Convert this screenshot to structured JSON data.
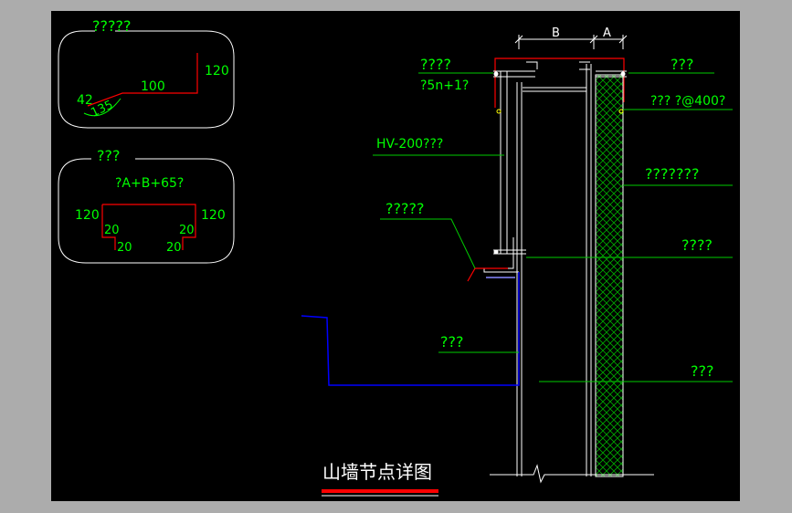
{
  "drawing": {
    "title": "山墙节点详图",
    "colors": {
      "background": "#000000",
      "frame": "#acacac",
      "annotation": "#00ff00",
      "line_white": "#ffffff",
      "line_red": "#ff0000",
      "line_blue": "#0000ff",
      "leader": "#00cc00",
      "title_underline": "#ff0000"
    },
    "detail_top": {
      "title": "?????",
      "dim_120": "120",
      "dim_100": "100",
      "dim_42": "42",
      "dim_135": "135"
    },
    "detail_bottom": {
      "title": "???",
      "formula": "?A+B+65?",
      "dim_left_120": "120",
      "dim_right_120": "120",
      "dim_20_a": "20",
      "dim_20_b": "20",
      "dim_20_c": "20",
      "dim_20_d": "20"
    },
    "dims": {
      "b": "B",
      "a": "A"
    },
    "callouts": {
      "top_left": "????",
      "top_left_sub": "?5n+1?",
      "top_right": "???",
      "right_2": "??? ?@400?",
      "hv": "HV-200???",
      "right_3": "???????",
      "left_mid": "?????",
      "right_4": "????",
      "bottom_left": "???",
      "bottom_right": "???"
    }
  }
}
